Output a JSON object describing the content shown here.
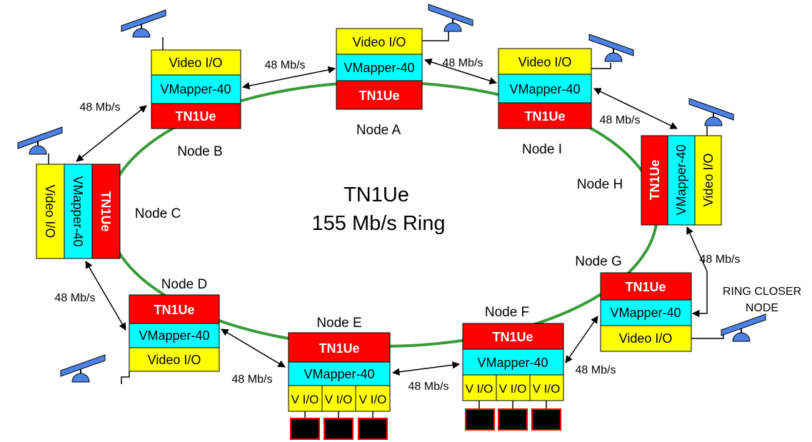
{
  "center": {
    "line1": "TN1Ue",
    "line2": "155 Mb/s Ring"
  },
  "block_labels": {
    "video": "Video I/O",
    "vmapper": "VMapper-40",
    "tn1ue": "TN1Ue",
    "vio": "V I/O"
  },
  "link_label": "48 Mb/s",
  "ring_closer": {
    "line1": "RING CLOSER",
    "line2": "NODE"
  },
  "nodes": {
    "A": "Node A",
    "B": "Node B",
    "C": "Node C",
    "D": "Node D",
    "E": "Node E",
    "F": "Node F",
    "G": "Node G",
    "H": "Node H",
    "I": "Node I"
  },
  "colors": {
    "video": "#ffff00",
    "vmapper": "#00ffff",
    "tn1ue": "#ff0000",
    "ring": "#3a9a3a",
    "antenna": "#4c82e6",
    "monitor": "#000000",
    "monitor_border": "#ff0000"
  }
}
